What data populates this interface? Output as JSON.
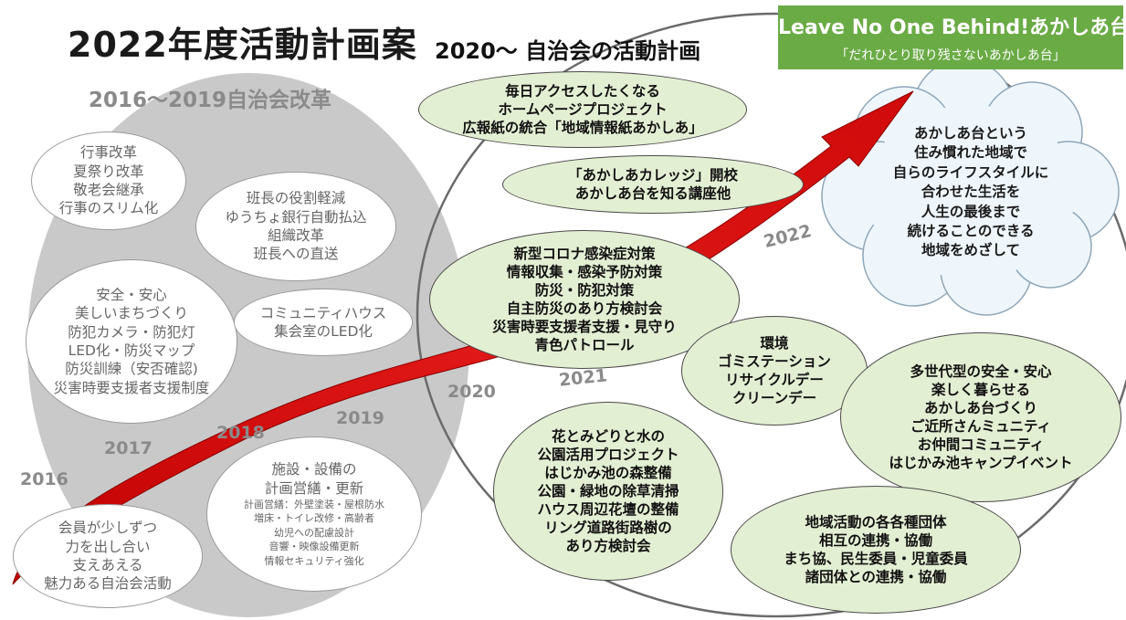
{
  "title": "2022年度活動計画案",
  "subtitle": "2020〜 自治会の活動計画",
  "era_label": "2016〜2019自治会改革",
  "banner": {
    "line1": "Leave No One Behind!あかしあ台",
    "line2": "「だれひとり取り残さないあかしあ台」"
  },
  "years": {
    "y2016": "2016",
    "y2017": "2017",
    "y2018": "2018",
    "y2019": "2019",
    "y2020": "2020",
    "y2021": "2021",
    "y2022": "2022"
  },
  "reform": {
    "events": [
      "行事改革",
      "夏祭り改革",
      "敬老会継承",
      "行事のスリム化"
    ],
    "leader": [
      "班長の役割軽減",
      "ゆうちょ銀行自動払込",
      "組織改革",
      "班長への直送"
    ],
    "safety": [
      "安全・安心",
      "美しいまちづくり",
      "防犯カメラ・防犯灯",
      "LED化・防災マップ",
      "防災訓練（安否確認)",
      "災害時要支援者支援制度"
    ],
    "community": [
      "コミュニティハウス",
      "集会室のLED化"
    ],
    "facility_main": [
      "施設・設備の",
      "計画営繕・更新"
    ],
    "facility_detail": [
      "計画営繕：外壁塗装・屋根防水",
      "増床・トイレ改修・高齢者",
      "幼児への配慮設計",
      "音響・映像設備更新",
      "情報セキュリティ強化"
    ],
    "members": [
      "会員が少しずつ",
      "力を出し合い",
      "支えあえる",
      "魅力ある自治会活動"
    ]
  },
  "plan": {
    "homepage": [
      "毎日アクセスしたくなる",
      "ホームページプロジェクト",
      "広報紙の統合「地域情報紙あかしあ」"
    ],
    "college": [
      "「あかしあカレッジ」開校",
      "あかしあ台を知る講座他"
    ],
    "covid": [
      "新型コロナ感染症対策",
      "情報収集・感染予防対策",
      "防災・防犯対策",
      "自主防災のあり方検討会",
      "災害時要支援者支援・見守り",
      "青色パトロール"
    ],
    "environment": [
      "環境",
      "ゴミステーション",
      "リサイクルデー",
      "クリーンデー"
    ],
    "multigen": [
      "多世代型の安全・安心",
      "楽しく暮らせる",
      "あかしあ台づくり",
      "ご近所さんミュニティ",
      "お仲間コミュニティ",
      "はじかみ池キャンプイベント"
    ],
    "park": [
      "花とみどりと水の",
      "公園活用プロジェクト",
      "はじかみ池の森整備",
      "公園・緑地の除草清掃",
      "ハウス周辺花壇の整備",
      "リング道路街路樹の",
      "あり方検討会"
    ],
    "groups": [
      "地域活動の各各種団体",
      "相互の連携・協働",
      "まち協、民生委員・児童委員",
      "諸団体との連携・協働"
    ]
  },
  "vision": [
    "あかしあ台という",
    "住み慣れた地域で",
    "自らのライフスタイルに",
    "合わせた生活を",
    "人生の最後まで",
    "続けることのできる",
    "地域をめざして"
  ],
  "colors": {
    "banner": "#6aab45",
    "green_fill": "#e3efd3",
    "gray_ellipse": "#c9c9c9",
    "arrow": "#d11414",
    "cloud": "#eef6fc"
  }
}
